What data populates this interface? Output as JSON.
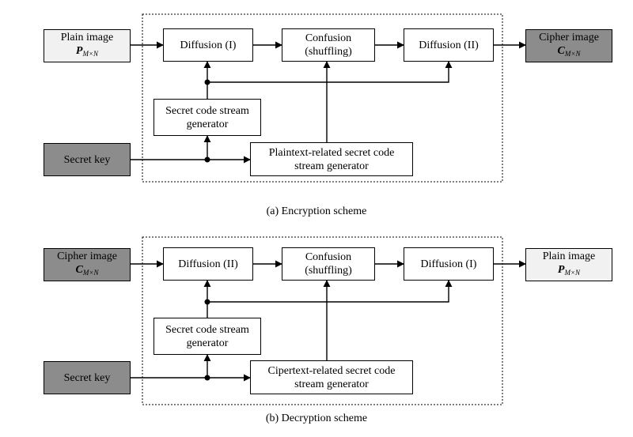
{
  "encryption": {
    "input": {
      "label": "Plain image",
      "symbol": "P",
      "subscript": "M×N"
    },
    "diffusion_1": "Diffusion (I)",
    "confusion": {
      "line1": "Confusion",
      "line2": "(shuffling)"
    },
    "diffusion_2": "Diffusion (II)",
    "output": {
      "label": "Cipher image",
      "symbol": "C",
      "subscript": "M×N"
    },
    "secret_gen": {
      "line1": "Secret code stream",
      "line2": "generator"
    },
    "key": "Secret key",
    "related_gen": {
      "line1": "Plaintext-related secret code",
      "line2": "stream generator"
    },
    "caption": "(a) Encryption scheme"
  },
  "decryption": {
    "input": {
      "label": "Cipher image",
      "symbol": "C",
      "subscript": "M×N"
    },
    "diffusion_1": "Diffusion (II)",
    "confusion": {
      "line1": "Confusion",
      "line2": "(shuffling)"
    },
    "diffusion_2": "Diffusion (I)",
    "output": {
      "label": "Plain image",
      "symbol": "P",
      "subscript": "M×N"
    },
    "secret_gen": {
      "line1": "Secret code stream",
      "line2": "generator"
    },
    "key": "Secret key",
    "related_gen": {
      "line1": "Cipertext-related secret code",
      "line2": "stream generator"
    },
    "caption": "(b) Decryption scheme"
  }
}
